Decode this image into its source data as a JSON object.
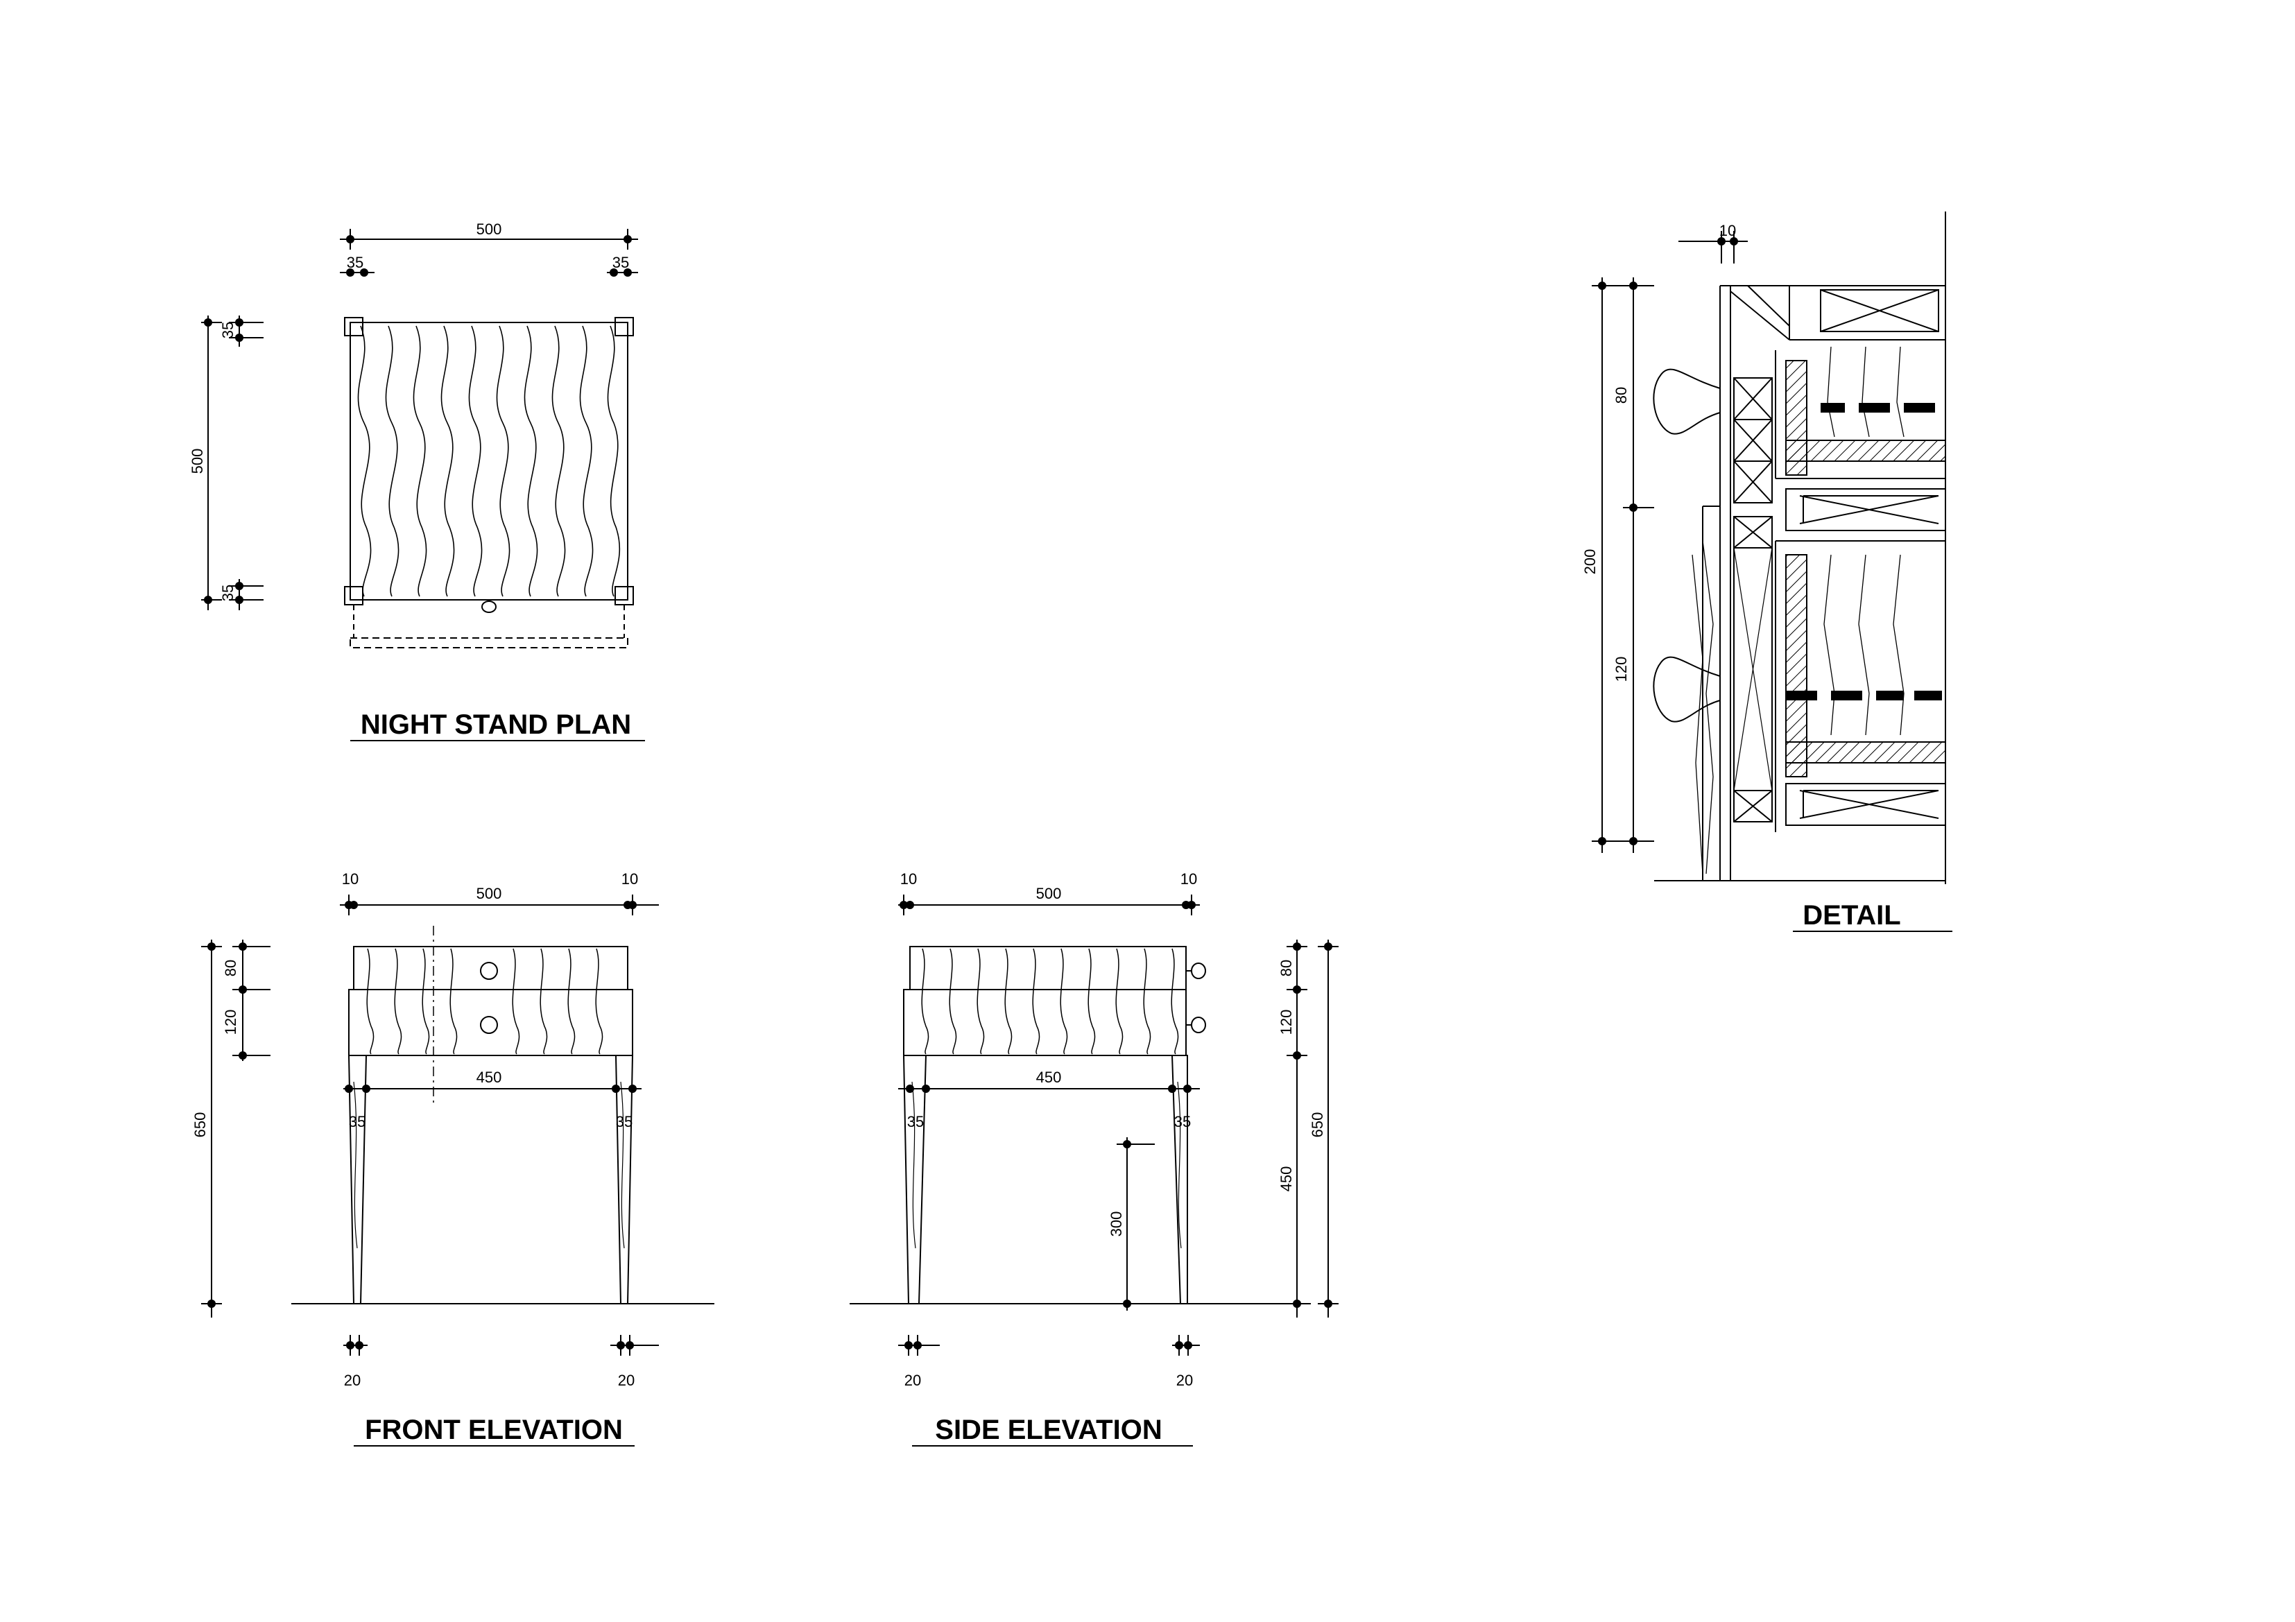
{
  "titles": {
    "plan": "NIGHT STAND PLAN",
    "front": "FRONT ELEVATION",
    "side": "SIDE ELEVATION",
    "detail": "DETAIL"
  },
  "plan_dims": {
    "width": "500",
    "leg_left": "35",
    "leg_right": "35",
    "depth": "500",
    "leg_top": "35",
    "leg_bottom": "35"
  },
  "front_dims": {
    "side_left": "10",
    "width": "500",
    "side_right": "10",
    "top_drawer": "80",
    "bottom_drawer": "120",
    "total_height": "650",
    "inner_width": "450",
    "leg_left": "35",
    "leg_right": "35",
    "foot_left": "20",
    "foot_right": "20"
  },
  "side_dims": {
    "side_left": "10",
    "width": "500",
    "side_right": "10",
    "inner_width": "450",
    "leg_left": "35",
    "leg_right": "35",
    "brace_height": "300",
    "top_drawer": "80",
    "bottom_drawer": "120",
    "leg_height": "450",
    "total_height": "650",
    "foot_left": "20",
    "foot_right": "20"
  },
  "detail_dims": {
    "thickness": "10",
    "top_drawer": "80",
    "total": "200",
    "bottom_drawer": "120"
  }
}
